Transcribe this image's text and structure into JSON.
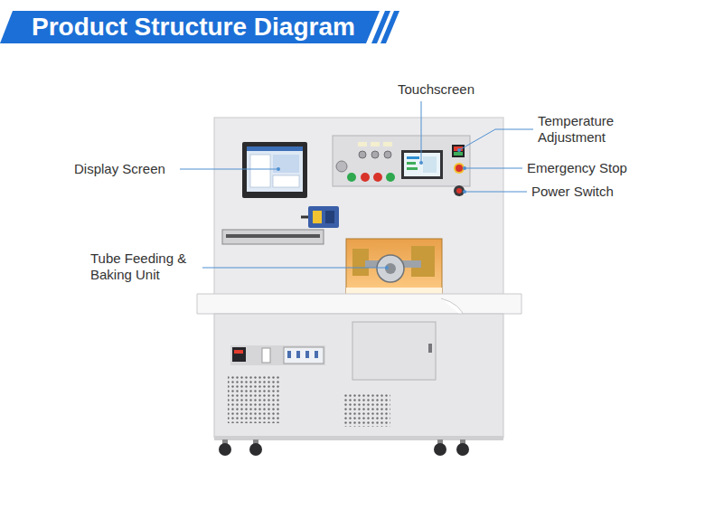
{
  "diagram": {
    "title": "Product Structure Diagram",
    "labels": [
      "Touchscreen",
      "Temperature Adjustment",
      "Display Screen",
      "Emergency Stop",
      "Power Switch",
      "Tube Feeding & Baking Unit"
    ]
  }
}
